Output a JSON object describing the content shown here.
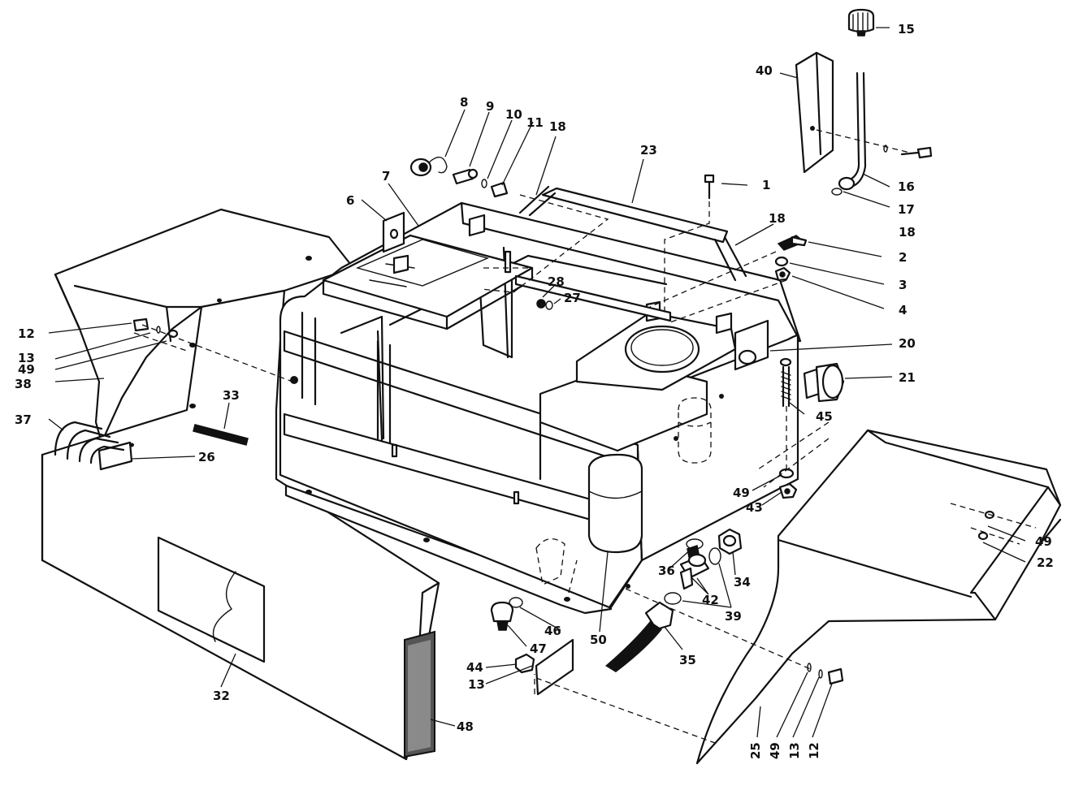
{
  "diagram": {
    "callouts": [
      {
        "id": "c1",
        "text": "1"
      },
      {
        "id": "c2",
        "text": "2"
      },
      {
        "id": "c3",
        "text": "3"
      },
      {
        "id": "c4",
        "text": "4"
      },
      {
        "id": "c6",
        "text": "6"
      },
      {
        "id": "c7",
        "text": "7"
      },
      {
        "id": "c8",
        "text": "8"
      },
      {
        "id": "c9",
        "text": "9"
      },
      {
        "id": "c10",
        "text": "10"
      },
      {
        "id": "c11",
        "text": "11"
      },
      {
        "id": "c12a",
        "text": "12"
      },
      {
        "id": "c12b",
        "text": "12"
      },
      {
        "id": "c13a",
        "text": "13"
      },
      {
        "id": "c13b",
        "text": "13"
      },
      {
        "id": "c13c",
        "text": "13"
      },
      {
        "id": "c15",
        "text": "15"
      },
      {
        "id": "c16",
        "text": "16"
      },
      {
        "id": "c17",
        "text": "17"
      },
      {
        "id": "c18a",
        "text": "18"
      },
      {
        "id": "c18b",
        "text": "18"
      },
      {
        "id": "c18c",
        "text": "18"
      },
      {
        "id": "c20",
        "text": "20"
      },
      {
        "id": "c21",
        "text": "21"
      },
      {
        "id": "c22",
        "text": "22"
      },
      {
        "id": "c23",
        "text": "23"
      },
      {
        "id": "c25",
        "text": "25"
      },
      {
        "id": "c26",
        "text": "26"
      },
      {
        "id": "c27",
        "text": "27"
      },
      {
        "id": "c28",
        "text": "28"
      },
      {
        "id": "c32",
        "text": "32"
      },
      {
        "id": "c33",
        "text": "33"
      },
      {
        "id": "c34",
        "text": "34"
      },
      {
        "id": "c35",
        "text": "35"
      },
      {
        "id": "c36",
        "text": "36"
      },
      {
        "id": "c37",
        "text": "37"
      },
      {
        "id": "c38",
        "text": "38"
      },
      {
        "id": "c39",
        "text": "39"
      },
      {
        "id": "c40",
        "text": "40"
      },
      {
        "id": "c42",
        "text": "42"
      },
      {
        "id": "c43",
        "text": "43"
      },
      {
        "id": "c44",
        "text": "44"
      },
      {
        "id": "c45",
        "text": "45"
      },
      {
        "id": "c46",
        "text": "46"
      },
      {
        "id": "c47",
        "text": "47"
      },
      {
        "id": "c48",
        "text": "48"
      },
      {
        "id": "c49a",
        "text": "49"
      },
      {
        "id": "c49b",
        "text": "49"
      },
      {
        "id": "c49c",
        "text": "49"
      },
      {
        "id": "c49d",
        "text": "49"
      },
      {
        "id": "c50",
        "text": "50"
      }
    ]
  }
}
